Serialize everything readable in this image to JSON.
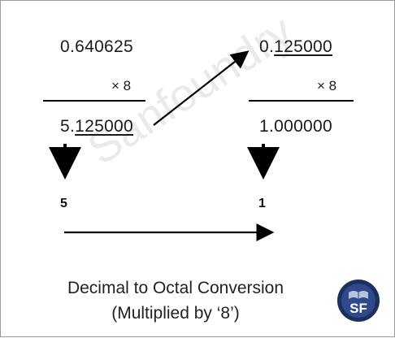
{
  "left_column": {
    "fraction": "0.640625",
    "multiplier": "× 8",
    "product_int": "5.",
    "product_frac": "125000",
    "digit": "5"
  },
  "right_column": {
    "fraction_int": "0.",
    "fraction_frac": "125000",
    "multiplier": "× 8",
    "product": "1.000000",
    "digit": "1"
  },
  "watermark": "Sanfoundry",
  "caption": {
    "line1": "Decimal to Octal Conversion",
    "line2": "(Multiplied by ‘8’)"
  },
  "logo": {
    "text": "SF",
    "colors": {
      "outer": "#1f2f5c",
      "inner": "#2f4a8c",
      "text": "#ffffff"
    }
  }
}
